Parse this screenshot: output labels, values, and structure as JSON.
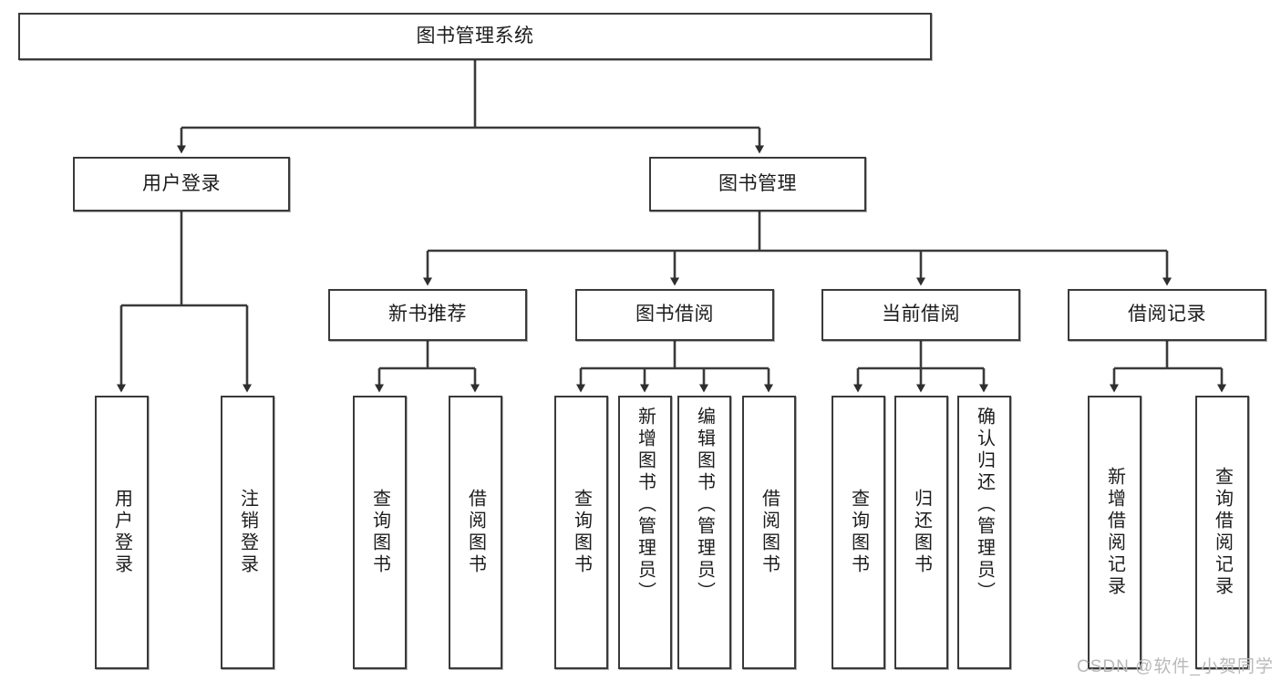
{
  "diagram": {
    "type": "tree",
    "title": "图书管理系统",
    "root": {
      "label": "图书管理系统"
    },
    "level2": [
      {
        "label": "用户登录"
      },
      {
        "label": "图书管理"
      }
    ],
    "level3": [
      {
        "label": "新书推荐"
      },
      {
        "label": "图书借阅"
      },
      {
        "label": "当前借阅"
      },
      {
        "label": "借阅记录"
      }
    ],
    "leaves": {
      "user_login": [
        {
          "label": "用户登录"
        },
        {
          "label": "注销登录"
        }
      ],
      "new_book_recommend": [
        {
          "label": "查询图书"
        },
        {
          "label": "借阅图书"
        }
      ],
      "book_borrow": [
        {
          "label": "查询图书"
        },
        {
          "label": "新增图书（管理员）"
        },
        {
          "label": "编辑图书（管理员）"
        },
        {
          "label": "借阅图书"
        }
      ],
      "current_borrow": [
        {
          "label": "查询图书"
        },
        {
          "label": "归还图书"
        },
        {
          "label": "确认归还（管理员）"
        }
      ],
      "borrow_record": [
        {
          "label": "新增借阅记录"
        },
        {
          "label": "查询借阅记录"
        }
      ]
    }
  },
  "watermark": {
    "text": "CSDN @软件_小贺同学"
  },
  "colors": {
    "stroke": "#3a3a3a",
    "box_fill": "#ffffff",
    "text": "#1c1c1c",
    "watermark": "#b9b9b9",
    "background": "#ffffff"
  }
}
